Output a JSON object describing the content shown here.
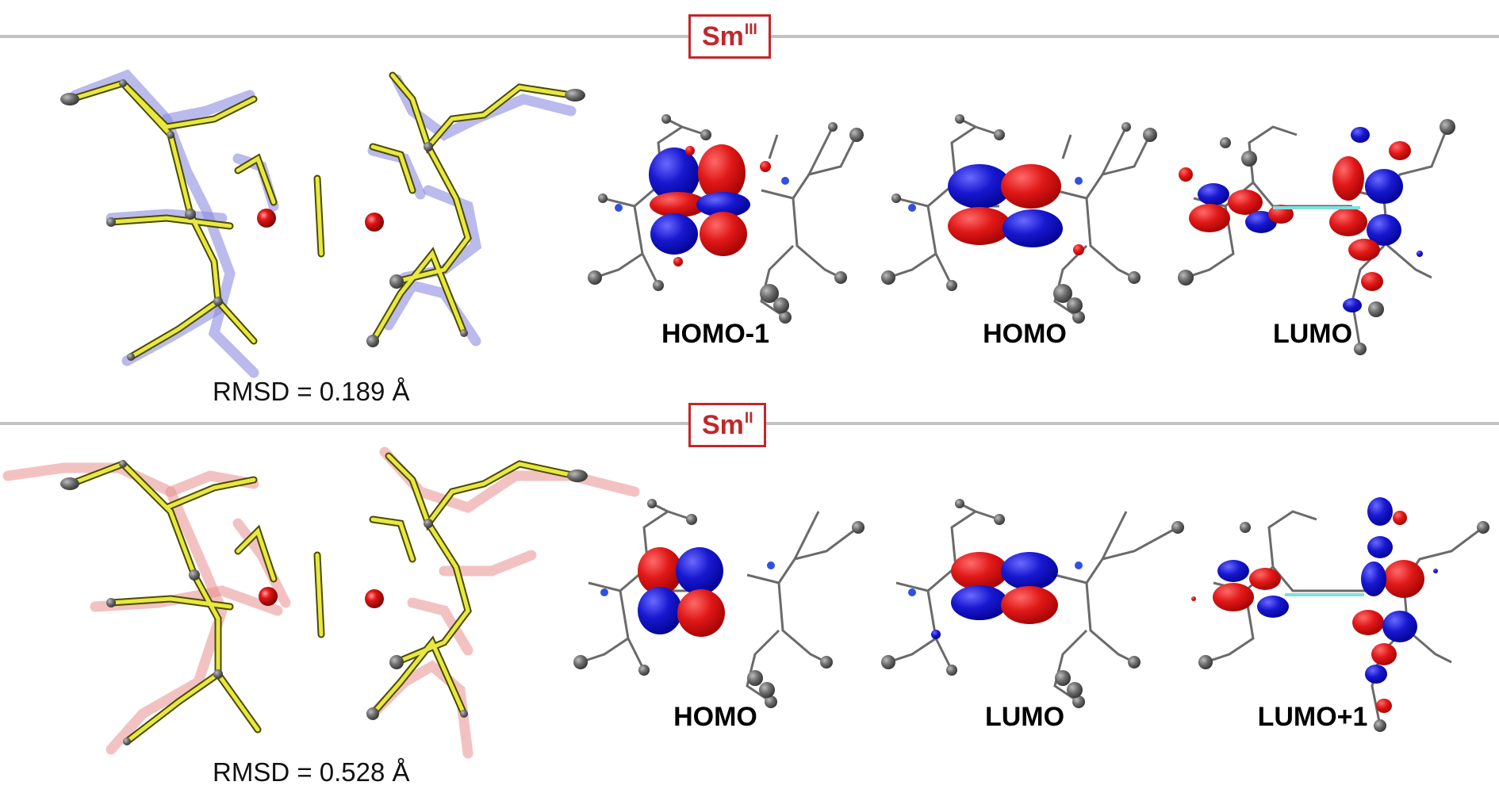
{
  "sections": [
    {
      "oxidation_prefix": "Sm",
      "oxidation_superscript": "III",
      "rmsd_text": "RMSD = 0.189 Å",
      "orbitals": [
        "HOMO-1",
        "HOMO",
        "LUMO"
      ],
      "overlay_color": "#8080e0"
    },
    {
      "oxidation_prefix": "Sm",
      "oxidation_superscript": "II",
      "rmsd_text": "RMSD = 0.528 Å",
      "orbitals": [
        "HOMO",
        "LUMO",
        "LUMO+1"
      ],
      "overlay_color": "#e89090"
    }
  ],
  "colors": {
    "badge_red": "#c0282b",
    "lobe_positive": "#e01818",
    "lobe_negative": "#1818d0",
    "bond_yellow": "#e8e840",
    "atom_gray": "#666666",
    "separator": "#c2c2c2"
  }
}
